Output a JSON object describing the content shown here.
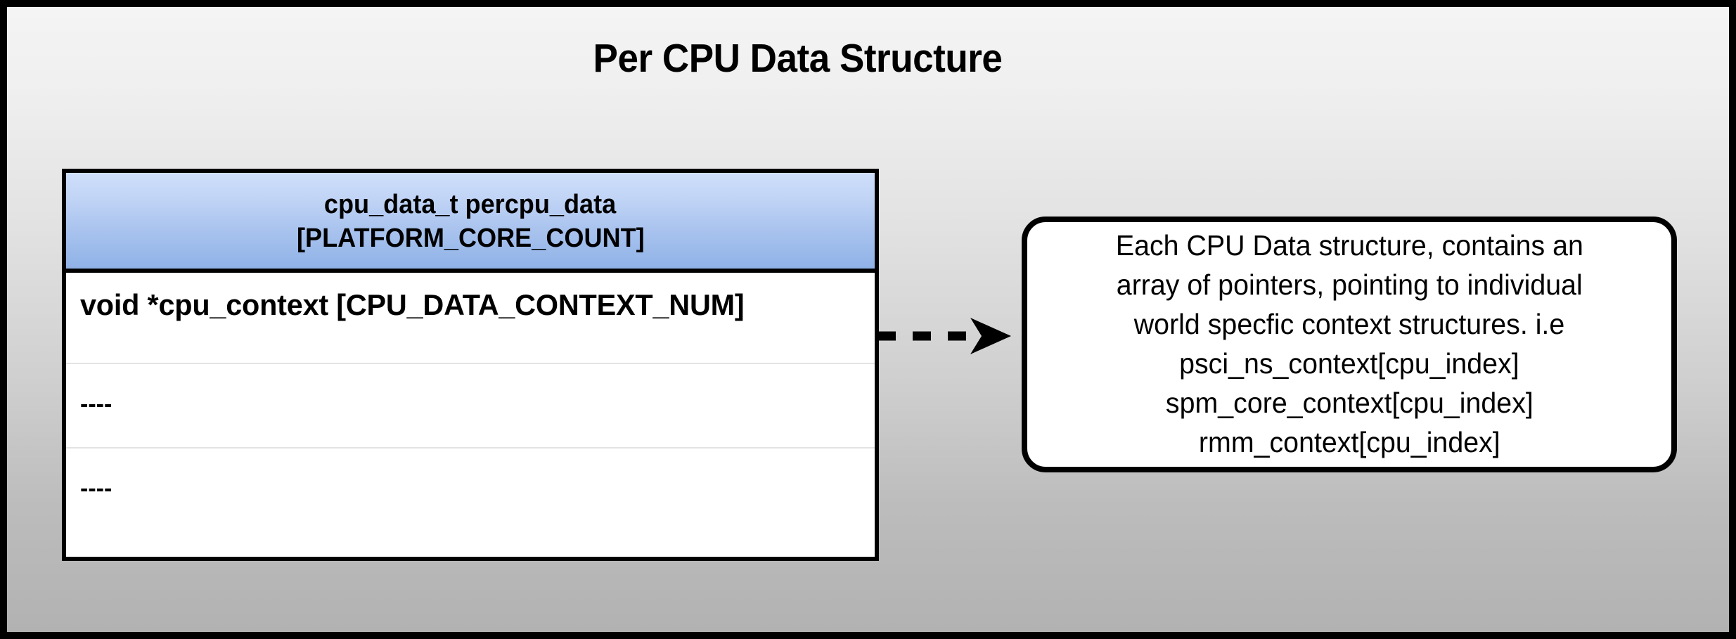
{
  "page": {
    "title": "Per CPU Data Structure",
    "background_top_color": "#f4f4f4",
    "background_bottom_color": "#b2b2b2",
    "border_color": "#000000"
  },
  "struct_table": {
    "header_lines": [
      "cpu_data_t percpu_data",
      "[PLATFORM_CORE_COUNT]"
    ],
    "header_gradient_top": "#cfdffb",
    "header_gradient_bottom": "#8fb2e7",
    "rows": [
      {
        "text": "void *cpu_context [CPU_DATA_CONTEXT_NUM]"
      },
      {
        "text": "----"
      },
      {
        "text": "----"
      }
    ]
  },
  "connector": {
    "name": "dashed-pointer-arrow",
    "style": "dashed",
    "color": "#000000",
    "direction": "right"
  },
  "callout": {
    "lines": [
      "Each CPU Data structure, contains an",
      "array of pointers, pointing to individual",
      "world specfic context structures. i.e",
      "psci_ns_context[cpu_index]",
      "spm_core_context[cpu_index]",
      "rmm_context[cpu_index]"
    ],
    "border_color": "#000000",
    "background_color": "#ffffff"
  }
}
